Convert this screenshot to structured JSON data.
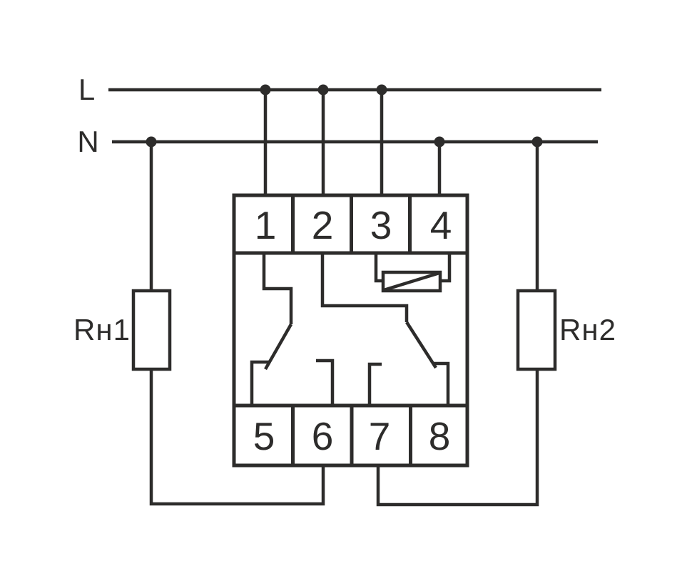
{
  "diagram": {
    "colors": {
      "line": "#2d2c2b",
      "background": "#ffffff"
    },
    "power_lines": {
      "live_label": "L",
      "neutral_label": "N"
    },
    "loads": {
      "load1_label": "Rн1",
      "load2_label": "Rн2"
    },
    "terminals": {
      "top": [
        "1",
        "2",
        "3",
        "4"
      ],
      "bottom": [
        "5",
        "6",
        "7",
        "8"
      ]
    }
  }
}
